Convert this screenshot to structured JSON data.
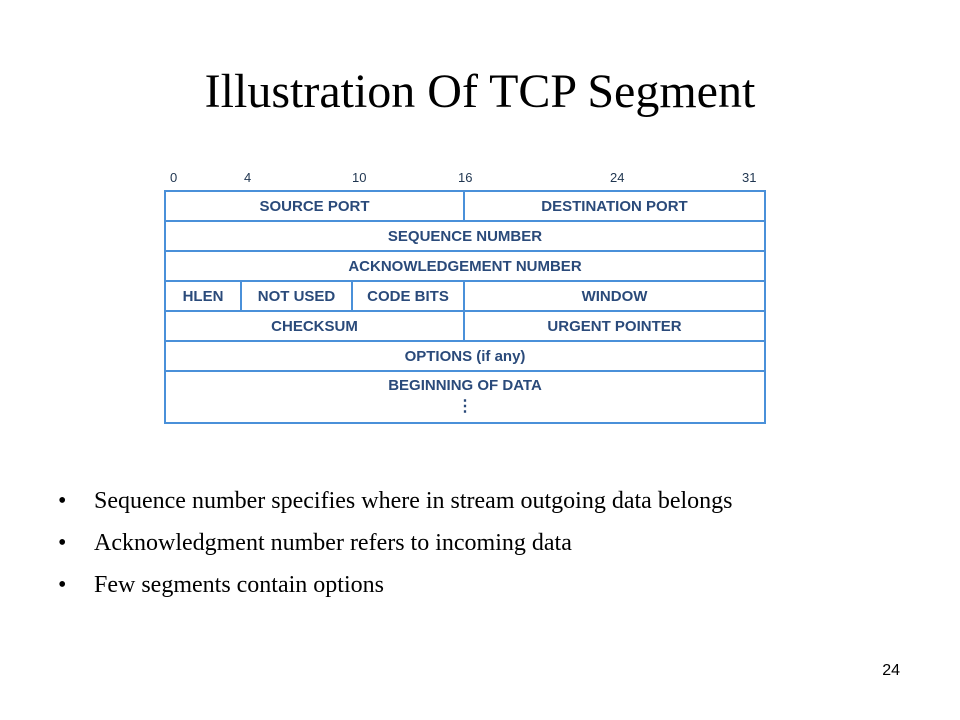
{
  "title": "Illustration Of TCP Segment",
  "diagram": {
    "bit_ticks": [
      "0",
      "4",
      "10",
      "16",
      "24",
      "31"
    ],
    "fields": {
      "source_port": "SOURCE PORT",
      "destination_port": "DESTINATION PORT",
      "sequence_number": "SEQUENCE NUMBER",
      "acknowledgement_number": "ACKNOWLEDGEMENT NUMBER",
      "hlen": "HLEN",
      "not_used": "NOT USED",
      "code_bits": "CODE BITS",
      "window": "WINDOW",
      "checksum": "CHECKSUM",
      "urgent_pointer": "URGENT POINTER",
      "options": "OPTIONS (if any)",
      "beginning_of_data": "BEGINNING OF DATA",
      "continuation": "⋮"
    },
    "colors": {
      "border": "#4a90d9",
      "text": "#2a4a7a"
    }
  },
  "bullets": [
    "Sequence number specifies where in stream outgoing data belongs",
    "Acknowledgment number refers to incoming data",
    "Few segments contain options"
  ],
  "bullet_glyph": "•",
  "page_number": "24"
}
